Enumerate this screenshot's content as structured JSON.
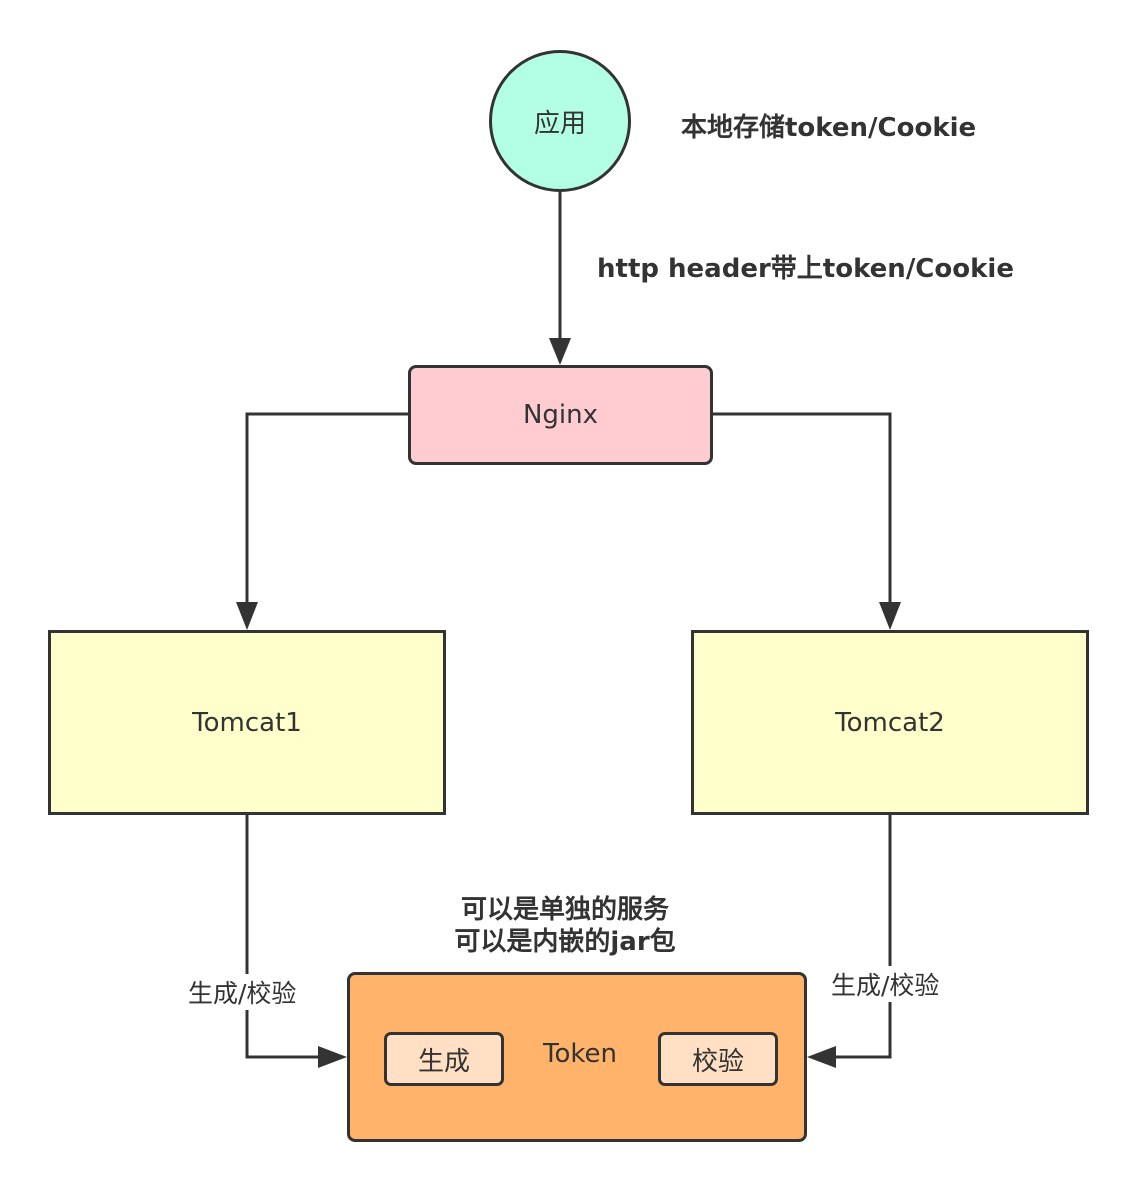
{
  "nodes": {
    "app": "应用",
    "nginx": "Nginx",
    "tomcat1": "Tomcat1",
    "tomcat2": "Tomcat2",
    "token": {
      "label": "Token",
      "generate": "生成",
      "verify": "校验"
    }
  },
  "annotations": {
    "storage": "本地存储token/Cookie",
    "header": "http header带上token/Cookie",
    "token_note_line1": "可以是单独的服务",
    "token_note_line2": "可以是内嵌的jar包"
  },
  "edge_labels": {
    "tomcat1_to_token": "生成/校验",
    "tomcat2_to_token": "生成/校验"
  },
  "colors": {
    "app_fill": "#b3ffe6",
    "nginx_fill": "#ffccd2",
    "tomcat_fill": "#ffffcc",
    "token_fill": "#ffb36b",
    "token_sub_fill": "#ffe0c4",
    "stroke": "#333333"
  }
}
